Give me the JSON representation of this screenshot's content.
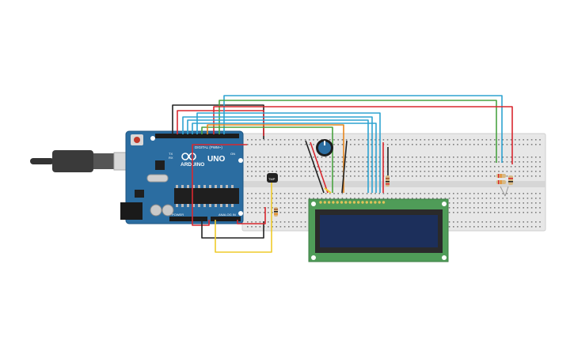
{
  "arduino": {
    "brand": "ARDUINO",
    "model": "UNO",
    "digital_label": "DIGITAL (PWM~)",
    "power_label": "POWER",
    "analog_label": "ANALOG IN",
    "tx_label": "TX",
    "rx_label": "RX",
    "on_label": "ON"
  },
  "sensor": {
    "label": "TMP"
  },
  "colors": {
    "board": "#2b6da1",
    "breadboard": "#e8e8e8",
    "lcd_pcb": "#4f9c58",
    "lcd_screen": "#1c2f5b",
    "wire_black": "#222222",
    "wire_red": "#d9282f",
    "wire_green": "#4aa342",
    "wire_blue": "#2ea3d1",
    "wire_orange": "#e8861e",
    "wire_yellow": "#efcb2a"
  }
}
